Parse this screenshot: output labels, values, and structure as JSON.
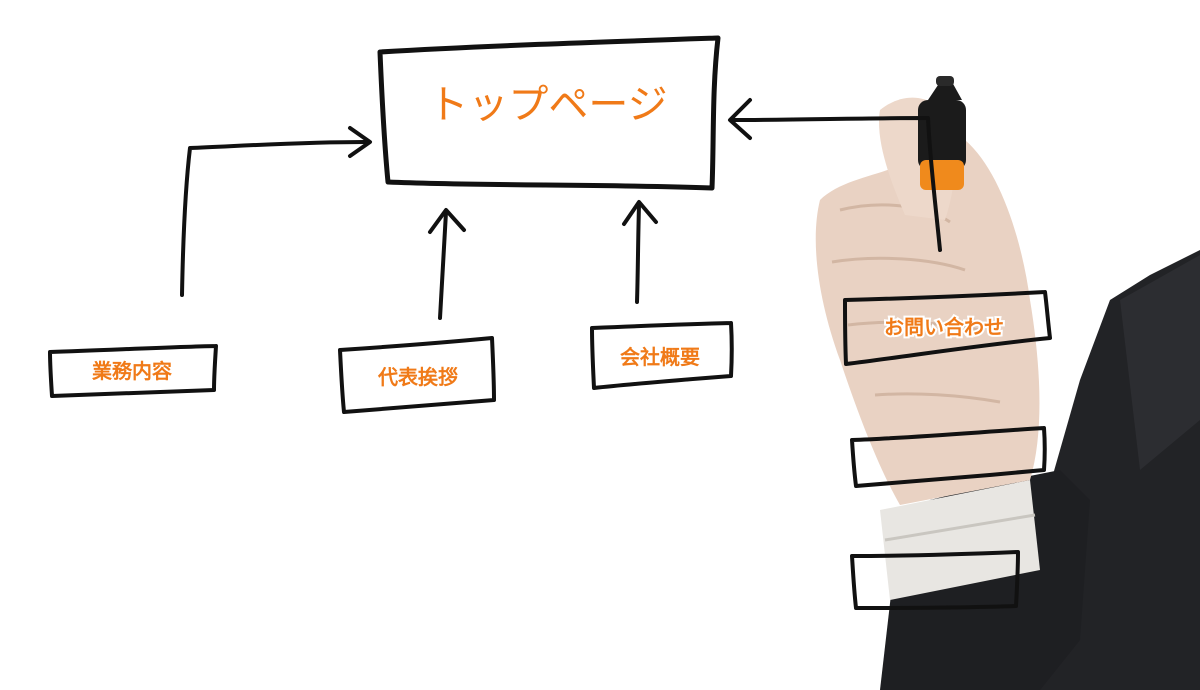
{
  "diagram": {
    "top_page": {
      "label": "トップページ"
    },
    "nodes": [
      {
        "id": "services",
        "label": "業務内容"
      },
      {
        "id": "greeting",
        "label": "代表挨拶"
      },
      {
        "id": "company",
        "label": "会社概要"
      },
      {
        "id": "contact",
        "label": "お問い合わせ"
      }
    ],
    "empty_boxes": 2
  },
  "colors": {
    "label_orange": "#f07a18",
    "ink": "#111111",
    "background": "#ffffff",
    "suit": "#222326",
    "skin": "#e9d2c3",
    "marker_cap": "#1b1b1b",
    "marker_band": "#f08a1c"
  }
}
